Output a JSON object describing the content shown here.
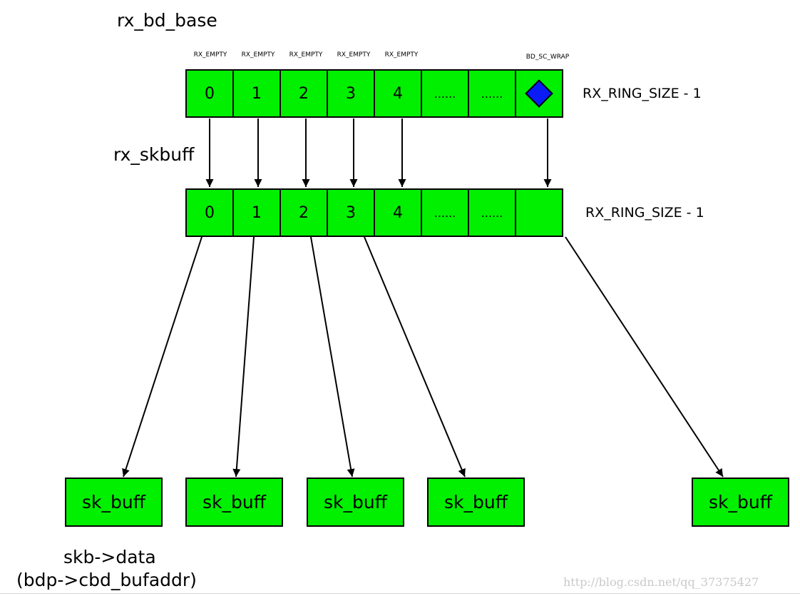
{
  "labels": {
    "rx_bd_base": "rx_bd_base",
    "rx_skbuff": "rx_skbuff",
    "ring_size_top": "RX_RING_SIZE - 1",
    "ring_size_bottom": "RX_RING_SIZE - 1",
    "skb_data_line1": "skb->data",
    "skb_data_line2": "(bdp->cbd_bufaddr)",
    "watermark": "http://blog.csdn.net/qq_37375427"
  },
  "flags": [
    "RX_EMPTY",
    "RX_EMPTY",
    "RX_EMPTY",
    "RX_EMPTY",
    "RX_EMPTY",
    "BD_SC_WRAP"
  ],
  "bd_ring": [
    "0",
    "1",
    "2",
    "3",
    "4",
    "......",
    "......",
    ""
  ],
  "skbuff_ring": [
    "0",
    "1",
    "2",
    "3",
    "4",
    "......",
    "......",
    ""
  ],
  "sk_buffs": [
    "sk_buff",
    "sk_buff",
    "sk_buff",
    "sk_buff",
    "sk_buff"
  ],
  "colors": {
    "cell_fill": "#00f000",
    "wrap_marker": "#0a1cf5"
  },
  "icons": {
    "wrap_marker": "diamond-icon"
  }
}
